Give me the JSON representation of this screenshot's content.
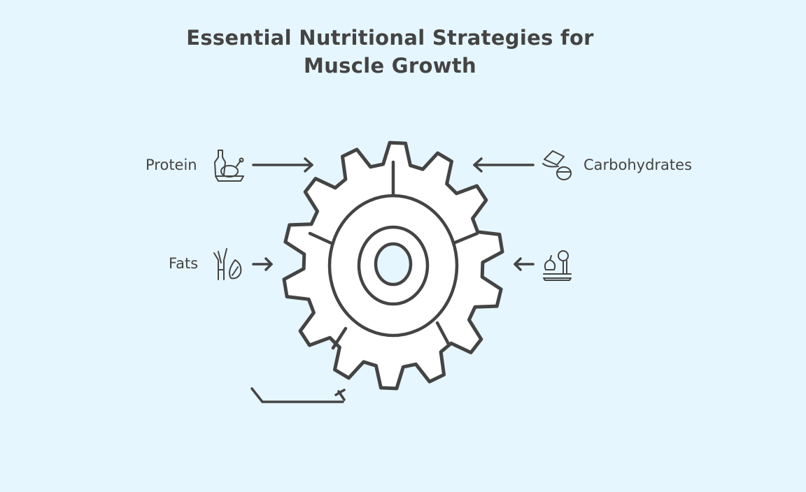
{
  "title_line1": "Essential Nutritional Strategies for",
  "title_line2": "Muscle Growth",
  "labels": {
    "protein": "Protein",
    "carbohydrates": "Carbohydrates",
    "fats": "Fats"
  },
  "icons": [
    "protein-food-icon",
    "carbohydrates-food-icon",
    "fats-plant-icon",
    "scale-apple-icon"
  ],
  "colors": {
    "background": "#e6f6fe",
    "stroke": "#444444",
    "fill": "#ffffff"
  }
}
